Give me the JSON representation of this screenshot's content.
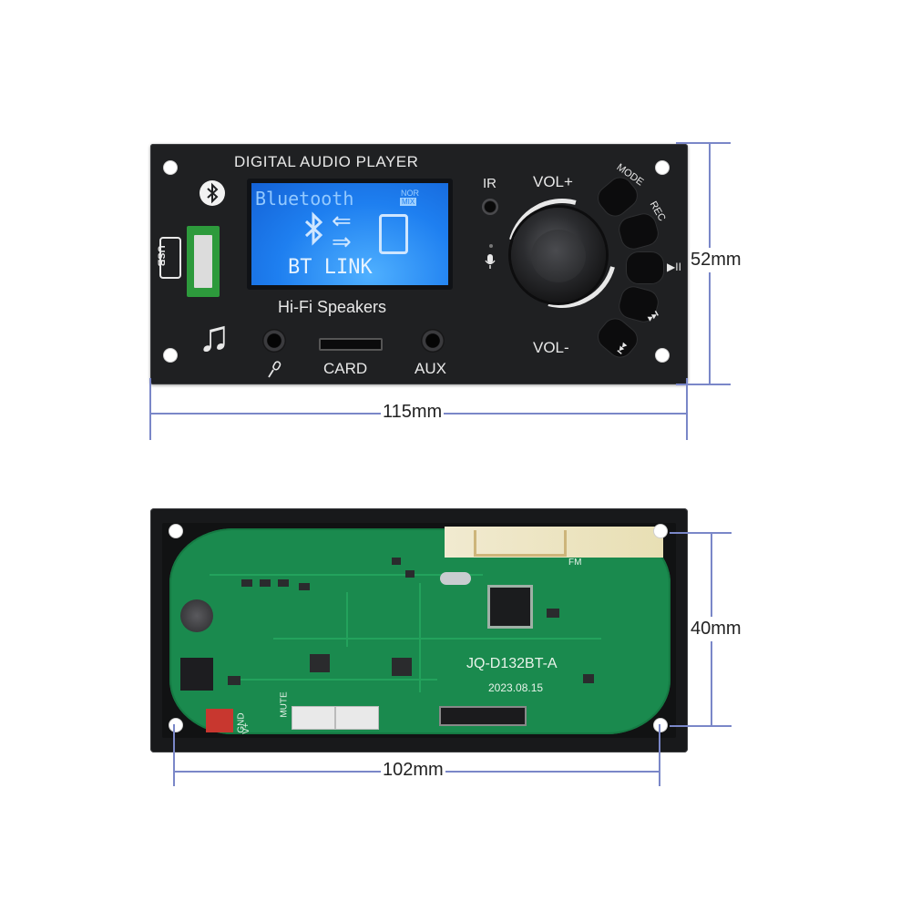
{
  "front": {
    "title": "DIGITAL AUDIO PLAYER",
    "usb_label": "USB",
    "lcd": {
      "title": "Bluetooth",
      "tag_top": "NOR",
      "tag_bottom": "MIX",
      "status": "BT LINK"
    },
    "hifi": "Hi-Fi Speakers",
    "card": "CARD",
    "aux": "AUX",
    "ir": "IR",
    "vol_plus": "VOL+",
    "vol_minus": "VOL-",
    "buttons": {
      "mode": "MODE",
      "rec": "REC",
      "play": "▶II",
      "next": "⏭",
      "prev": "⏮"
    }
  },
  "back": {
    "model": "JQ-D132BT-A",
    "date": "2023.08.15",
    "fm": "FM",
    "mute": "MUTE",
    "gnd": "GND",
    "vplus": "V+"
  },
  "dimensions": {
    "front_width": "115mm",
    "front_height": "52mm",
    "back_width": "102mm",
    "back_height": "40mm"
  },
  "colors": {
    "dimension_line": "#7a87c8",
    "lcd_blue": "#1e7ff0",
    "pcb_green": "#1a8a4e",
    "panel_black": "#1f2022"
  },
  "icons": [
    "bluetooth-icon",
    "usb-port",
    "music-note-icon",
    "microphone-icon",
    "play-pause-icon",
    "next-track-icon",
    "prev-track-icon"
  ]
}
